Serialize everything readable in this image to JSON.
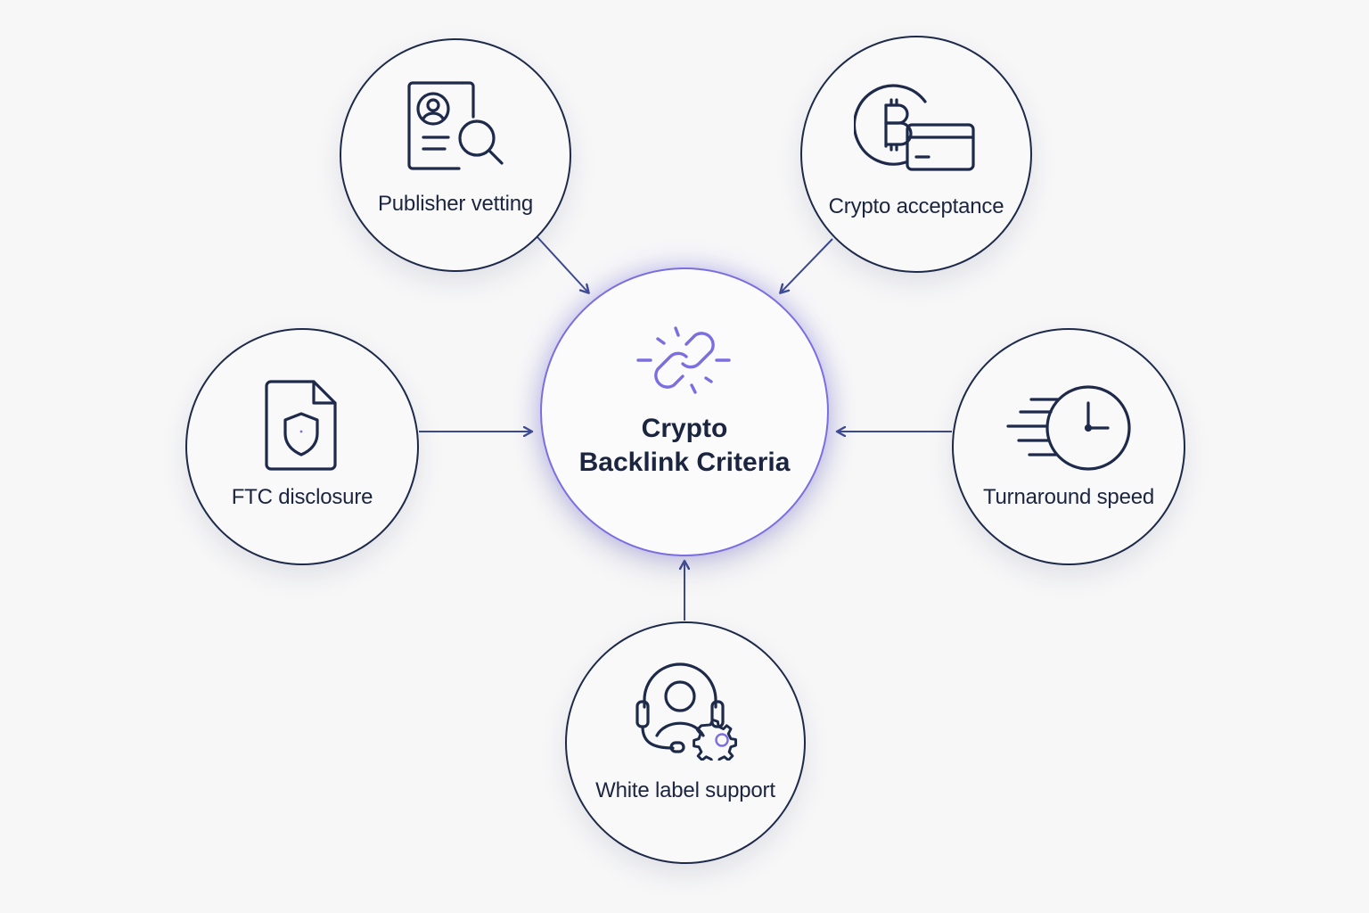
{
  "hub": {
    "title_line1": "Crypto",
    "title_line2": "Backlink Criteria",
    "icon": "broken-link-icon"
  },
  "nodes": [
    {
      "label": "Publisher vetting",
      "icon": "profile-document-search-icon"
    },
    {
      "label": "Crypto acceptance",
      "icon": "bitcoin-card-icon"
    },
    {
      "label": "FTC disclosure",
      "icon": "shield-document-icon"
    },
    {
      "label": "Turnaround speed",
      "icon": "fast-clock-icon"
    },
    {
      "label": "White label support",
      "icon": "headset-gear-icon"
    }
  ],
  "colors": {
    "outline": "#1e2a4a",
    "accent": "#7a6ee0",
    "arrow": "#3d4a8f",
    "background": "#f7f7f8"
  }
}
